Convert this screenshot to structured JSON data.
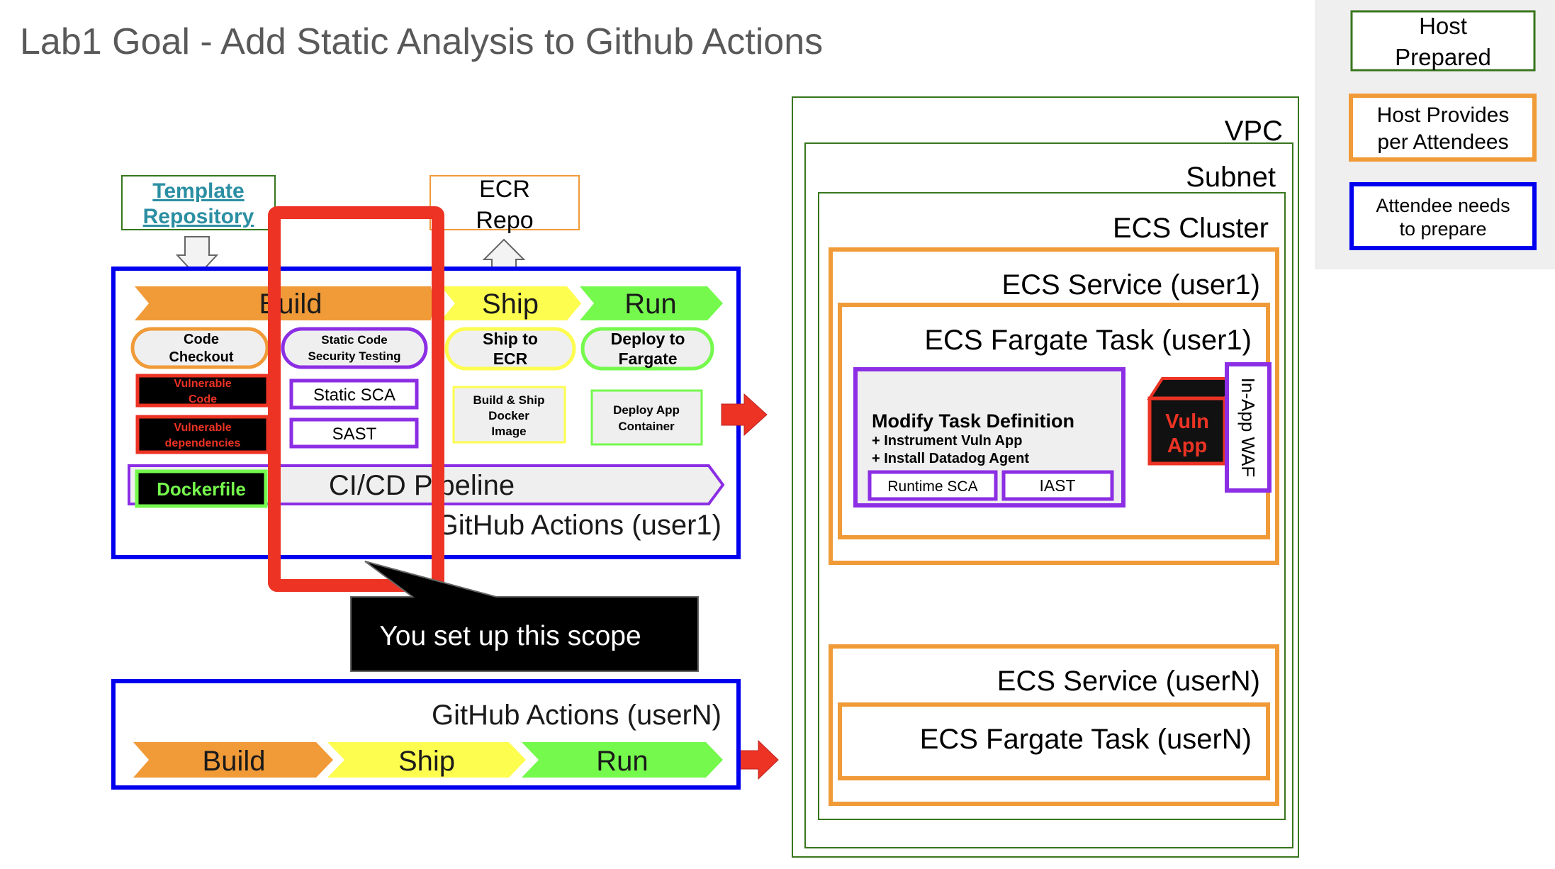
{
  "slide": {
    "title": "Lab1 Goal - Add Static Analysis to Github Actions"
  },
  "legend": {
    "host_prepared": [
      "Host",
      "Prepared"
    ],
    "host_provides": [
      "Host Provides",
      "per Attendees"
    ],
    "attendee_prepares": [
      "Attendee needs",
      "to prepare"
    ],
    "colors": {
      "host_prepared": "#38761d",
      "host_provides": "#f09a38",
      "attendee_prepares": "#0000ee"
    }
  },
  "template_repo": [
    "Template",
    "Repository"
  ],
  "ecr_repo": [
    "ECR",
    "Repo"
  ],
  "github_user1": {
    "label": "GitHub Actions (user1)",
    "stages": {
      "build": "Build",
      "ship": "Ship",
      "run": "Run"
    },
    "build_steps": {
      "code_checkout": [
        "Code",
        "Checkout"
      ],
      "vulnerable_code": [
        "Vulnerable",
        "Code"
      ],
      "vulnerable_dependencies": [
        "Vulnerable",
        "dependencies"
      ],
      "static_code_security_testing": [
        "Static Code",
        "Security Testing"
      ],
      "static_sca": "Static SCA",
      "sast": "SAST"
    },
    "ship_steps": {
      "ship_to_ecr": [
        "Ship to",
        "ECR"
      ],
      "build_ship_docker_image": [
        "Build & Ship",
        "Docker",
        "Image"
      ]
    },
    "run_steps": {
      "deploy_to_fargate": [
        "Deploy to",
        "Fargate"
      ],
      "deploy_app_container": [
        "Deploy App",
        "Container"
      ]
    },
    "dockerfile": "Dockerfile",
    "pipeline": "CI/CD Pipeline"
  },
  "callout": {
    "text": "You set up this scope"
  },
  "github_userN": {
    "label": "GitHub Actions (userN)",
    "stages": {
      "build": "Build",
      "ship": "Ship",
      "run": "Run"
    }
  },
  "aws": {
    "vpc": "VPC",
    "subnet": "Subnet",
    "ecs_cluster": "ECS Cluster",
    "service_user1": "ECS Service (user1)",
    "task_user1": "ECS Fargate Task (user1)",
    "modify_task": {
      "title": "Modify Task Definition",
      "bullets": [
        "+ Instrument Vuln App",
        "+ Install Datadog Agent"
      ],
      "runtime_sca": "Runtime SCA",
      "iast": "IAST"
    },
    "vuln_app": [
      "Vuln",
      "App"
    ],
    "in_app_waf": "In-App WAF",
    "service_userN": "ECS Service (userN)",
    "task_userN": "ECS Fargate Task (userN)"
  },
  "palette": {
    "build": "#f09a38",
    "ship": "#fdfd50",
    "run": "#75f94d",
    "highlight": "#ec3324",
    "purple": "#8b2ee4",
    "blue": "#0000ee",
    "green_border": "#38761d",
    "title_gray": "#595959"
  }
}
